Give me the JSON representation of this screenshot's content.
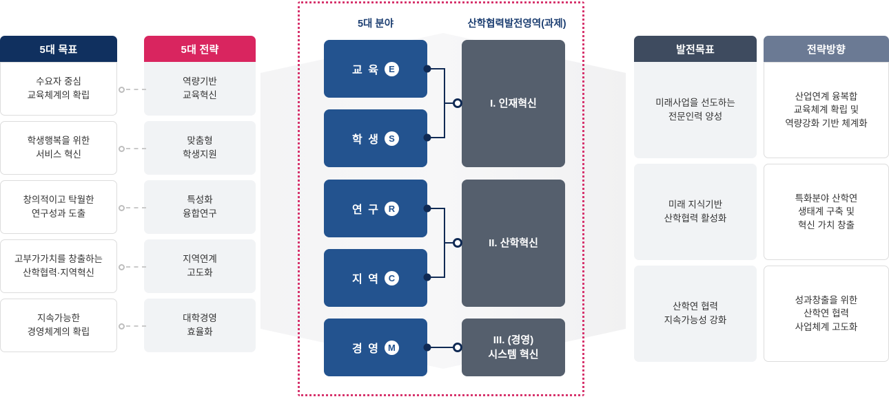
{
  "colors": {
    "goal_header": "#10305f",
    "strategy_header": "#d9255f",
    "field_box": "#23538f",
    "task_box": "#555f6d",
    "devgoal_header": "#3e4b5f",
    "direction_header": "#6b7a94",
    "dotted_frame": "#d6336c"
  },
  "goals": {
    "header": "5대 목표",
    "items": [
      "수요자 중심\n교육체계의 확립",
      "학생행복을 위한\n서비스 혁신",
      "창의적이고 탁월한\n연구성과 도출",
      "고부가가치를 창출하는\n산학협력·지역혁신",
      "지속가능한\n경영체계의 확립"
    ]
  },
  "strategies": {
    "header": "5대 전략",
    "items": [
      "역량기반\n교육혁신",
      "맞춤형\n학생지원",
      "특성화\n융합연구",
      "지역연계\n고도화",
      "대학경영\n효율화"
    ]
  },
  "center": {
    "fields_title": "5대 분야",
    "tasks_title": "산학협력발전영역(과제)",
    "fields": [
      {
        "label": "교 육",
        "badge": "E"
      },
      {
        "label": "학 생",
        "badge": "S"
      },
      {
        "label": "연 구",
        "badge": "R"
      },
      {
        "label": "지 역",
        "badge": "C"
      },
      {
        "label": "경 영",
        "badge": "M"
      }
    ],
    "tasks": [
      "I. 인재혁신",
      "II. 산학혁신",
      "III. (경영)\n시스템 혁신"
    ]
  },
  "devgoals": {
    "header": "발전목표",
    "items": [
      "미래사업을 선도하는\n전문인력 양성",
      "미래 지식기반\n산학협력 활성화",
      "산학연 협력\n지속가능성 강화"
    ]
  },
  "directions": {
    "header": "전략방향",
    "items": [
      "산업연계 융복합\n교육체계 확립 및\n역량강화 기반 체계화",
      "특화분야 산학연\n생태계 구축 및\n혁신 가치 창출",
      "성과창출을 위한\n산학연 협력\n사업체계 고도화"
    ]
  }
}
